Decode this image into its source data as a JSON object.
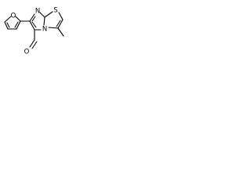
{
  "structure": {
    "atoms": {
      "furan_oxygen": "O",
      "thiazole_sulfur": "S",
      "imidazole_nitrogen": "N",
      "bridgehead_nitrogen": "N",
      "aldehyde_oxygen": "O"
    },
    "colors": {
      "bond": "#000000",
      "label": "#000000",
      "background": "#ffffff"
    }
  }
}
